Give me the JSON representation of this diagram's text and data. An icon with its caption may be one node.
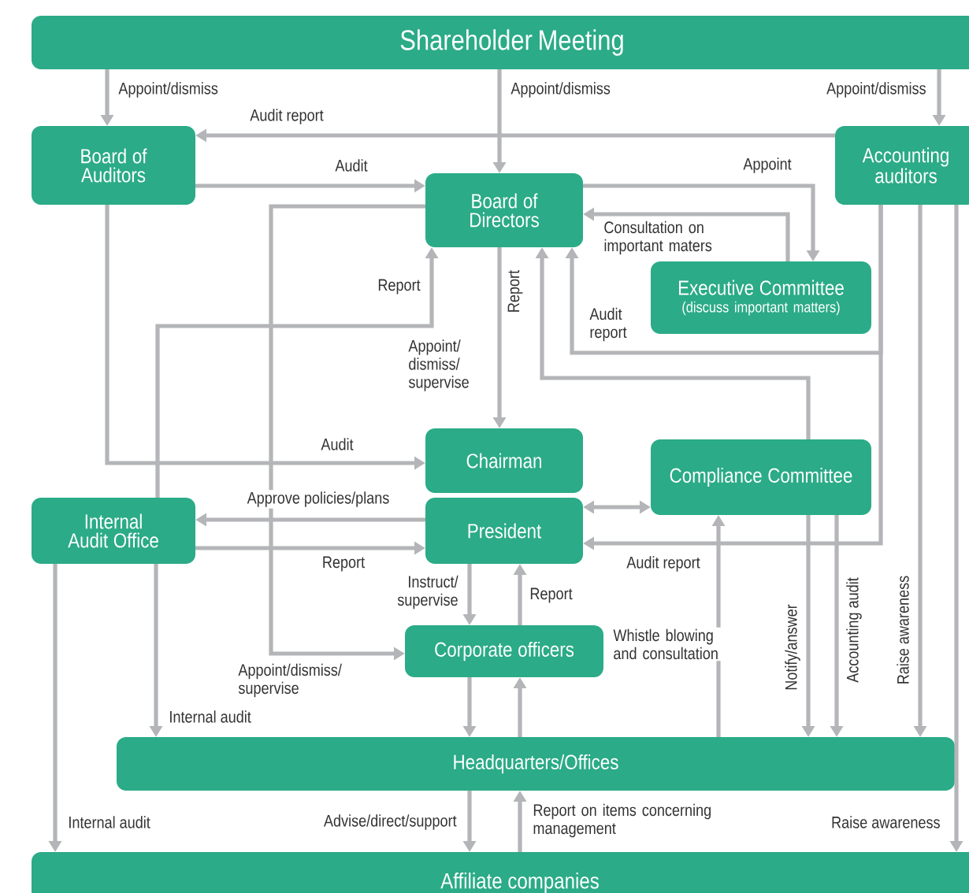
{
  "diagram": {
    "nodes": [
      {
        "text": [
          "Shareholder Meeting"
        ]
      },
      {
        "text": [
          "Board of Auditors"
        ]
      },
      {
        "text": [
          "Accounting auditors"
        ]
      },
      {
        "text": [
          "Board of Directors"
        ]
      },
      {
        "text": [
          "Executive Committee",
          "(discuss important matters)"
        ]
      },
      {
        "text": [
          "Chairman"
        ]
      },
      {
        "text": [
          "Compliance Committee"
        ]
      },
      {
        "text": [
          "Internal Audit Office"
        ]
      },
      {
        "text": [
          "President"
        ]
      },
      {
        "text": [
          "Corporate officers"
        ]
      },
      {
        "text": [
          "Headquarters/Offices"
        ]
      },
      {
        "text": [
          "Affiliate companies"
        ]
      }
    ],
    "edges": [
      {
        "from": 0,
        "to": 1,
        "arrow": "to",
        "label": "Appoint/dismiss"
      },
      {
        "from": 0,
        "to": 3,
        "arrow": "to",
        "label": "Appoint/dismiss"
      },
      {
        "from": 0,
        "to": 2,
        "arrow": "to",
        "label": "Appoint/dismiss"
      },
      {
        "from": 2,
        "to": 1,
        "arrow": "to",
        "label": "Audit report"
      },
      {
        "from": 1,
        "to": 3,
        "arrow": "to",
        "label": "Audit"
      },
      {
        "from": 3,
        "to": 4,
        "arrow": "to",
        "label": "Appoint"
      },
      {
        "from": 4,
        "to": 3,
        "arrow": "to",
        "label": "Consultation on important maters"
      },
      {
        "from": 7,
        "to": 3,
        "arrow": "to",
        "label": "Report"
      },
      {
        "from": 3,
        "to": 5,
        "arrow": "to",
        "label": "Appoint/ dismiss/ supervise"
      },
      {
        "from": 6,
        "to": 3,
        "arrow": "to",
        "label": "Report"
      },
      {
        "from": 2,
        "to": 3,
        "arrow": "to",
        "label": "Audit report"
      },
      {
        "from": 1,
        "to": 5,
        "arrow": "to",
        "label": "Audit"
      },
      {
        "from": 8,
        "to": 6,
        "arrow": "both"
      },
      {
        "from": 8,
        "to": 7,
        "arrow": "to",
        "label": "Approve policies/plans"
      },
      {
        "from": 7,
        "to": 8,
        "arrow": "to",
        "label": "Report"
      },
      {
        "from": 2,
        "to": 8,
        "arrow": "to",
        "label": "Audit report"
      },
      {
        "from": 3,
        "to": 9,
        "arrow": "to",
        "label": "Appoint/dismiss/ supervise"
      },
      {
        "from": 8,
        "to": 9,
        "arrow": "to",
        "label": "Instruct/ supervise"
      },
      {
        "from": 9,
        "to": 8,
        "arrow": "to",
        "label": "Report"
      },
      {
        "from": 9,
        "to": 10,
        "arrow": "to"
      },
      {
        "from": 10,
        "to": 9,
        "arrow": "to"
      },
      {
        "from": 7,
        "to": 10,
        "arrow": "to",
        "label": "Internal audit"
      },
      {
        "from": 10,
        "to": 6,
        "arrow": "to",
        "label": "Whistle blowing and consultation"
      },
      {
        "from": 6,
        "to": 10,
        "arrow": "to",
        "label": "Notify/answer"
      },
      {
        "from": 6,
        "to": 10,
        "arrow": "to",
        "label": "Accounting audit"
      },
      {
        "from": 2,
        "to": 10,
        "arrow": "to",
        "label": "Raise awareness"
      },
      {
        "from": 2,
        "to": 11,
        "arrow": "to",
        "label": "Raise awareness"
      },
      {
        "from": 7,
        "to": 11,
        "arrow": "to",
        "label": "Internal audit"
      },
      {
        "from": 10,
        "to": 11,
        "arrow": "to",
        "label": "Advise/direct/support"
      },
      {
        "from": 11,
        "to": 10,
        "arrow": "to",
        "label": "Report on items concerning management"
      }
    ]
  }
}
